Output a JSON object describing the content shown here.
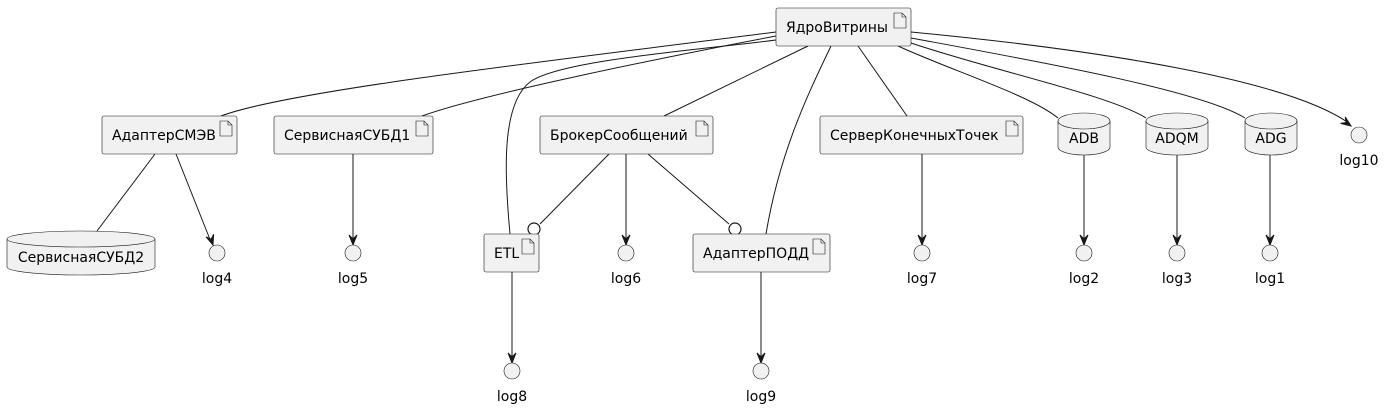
{
  "diagram": {
    "artifacts": [
      {
        "id": "core",
        "label": "ЯдроВитрины"
      },
      {
        "id": "smev",
        "label": "АдаптерСМЭВ"
      },
      {
        "id": "subd1",
        "label": "СервиснаяСУБД1"
      },
      {
        "id": "broker",
        "label": "БрокерСообщений"
      },
      {
        "id": "endpoint",
        "label": "СерверКонечныхТочек"
      },
      {
        "id": "etl",
        "label": "ETL"
      },
      {
        "id": "podd",
        "label": "АдаптерПОДД"
      }
    ],
    "databases": [
      {
        "id": "adb",
        "label": "ADB"
      },
      {
        "id": "adqm",
        "label": "ADQM"
      },
      {
        "id": "adg",
        "label": "ADG"
      },
      {
        "id": "subd2",
        "label": "СервиснаяСУБД2"
      }
    ],
    "interfaces": [
      {
        "id": "log1",
        "label": "log1"
      },
      {
        "id": "log2",
        "label": "log2"
      },
      {
        "id": "log3",
        "label": "log3"
      },
      {
        "id": "log4",
        "label": "log4"
      },
      {
        "id": "log5",
        "label": "log5"
      },
      {
        "id": "log6",
        "label": "log6"
      },
      {
        "id": "log7",
        "label": "log7"
      },
      {
        "id": "log8",
        "label": "log8"
      },
      {
        "id": "log9",
        "label": "log9"
      },
      {
        "id": "log10",
        "label": "log10"
      }
    ],
    "links": [
      {
        "from": "core",
        "to": "smev",
        "style": "line"
      },
      {
        "from": "core",
        "to": "subd1",
        "style": "line"
      },
      {
        "from": "core",
        "to": "etl",
        "style": "line"
      },
      {
        "from": "core",
        "to": "broker",
        "style": "line"
      },
      {
        "from": "core",
        "to": "podd",
        "style": "line"
      },
      {
        "from": "core",
        "to": "endpoint",
        "style": "line"
      },
      {
        "from": "core",
        "to": "adb",
        "style": "line"
      },
      {
        "from": "core",
        "to": "adqm",
        "style": "line"
      },
      {
        "from": "core",
        "to": "adg",
        "style": "line"
      },
      {
        "from": "core",
        "to": "log10",
        "style": "arrow"
      },
      {
        "from": "smev",
        "to": "subd2",
        "style": "line"
      },
      {
        "from": "smev",
        "to": "log4",
        "style": "arrow"
      },
      {
        "from": "subd1",
        "to": "log5",
        "style": "arrow"
      },
      {
        "from": "broker",
        "to": "etl",
        "style": "lollipop"
      },
      {
        "from": "broker",
        "to": "log6",
        "style": "arrow"
      },
      {
        "from": "broker",
        "to": "podd",
        "style": "lollipop"
      },
      {
        "from": "endpoint",
        "to": "log7",
        "style": "arrow"
      },
      {
        "from": "adb",
        "to": "log2",
        "style": "arrow"
      },
      {
        "from": "adqm",
        "to": "log3",
        "style": "arrow"
      },
      {
        "from": "adg",
        "to": "log1",
        "style": "arrow"
      },
      {
        "from": "etl",
        "to": "log8",
        "style": "arrow"
      },
      {
        "from": "podd",
        "to": "log9",
        "style": "arrow"
      }
    ]
  }
}
